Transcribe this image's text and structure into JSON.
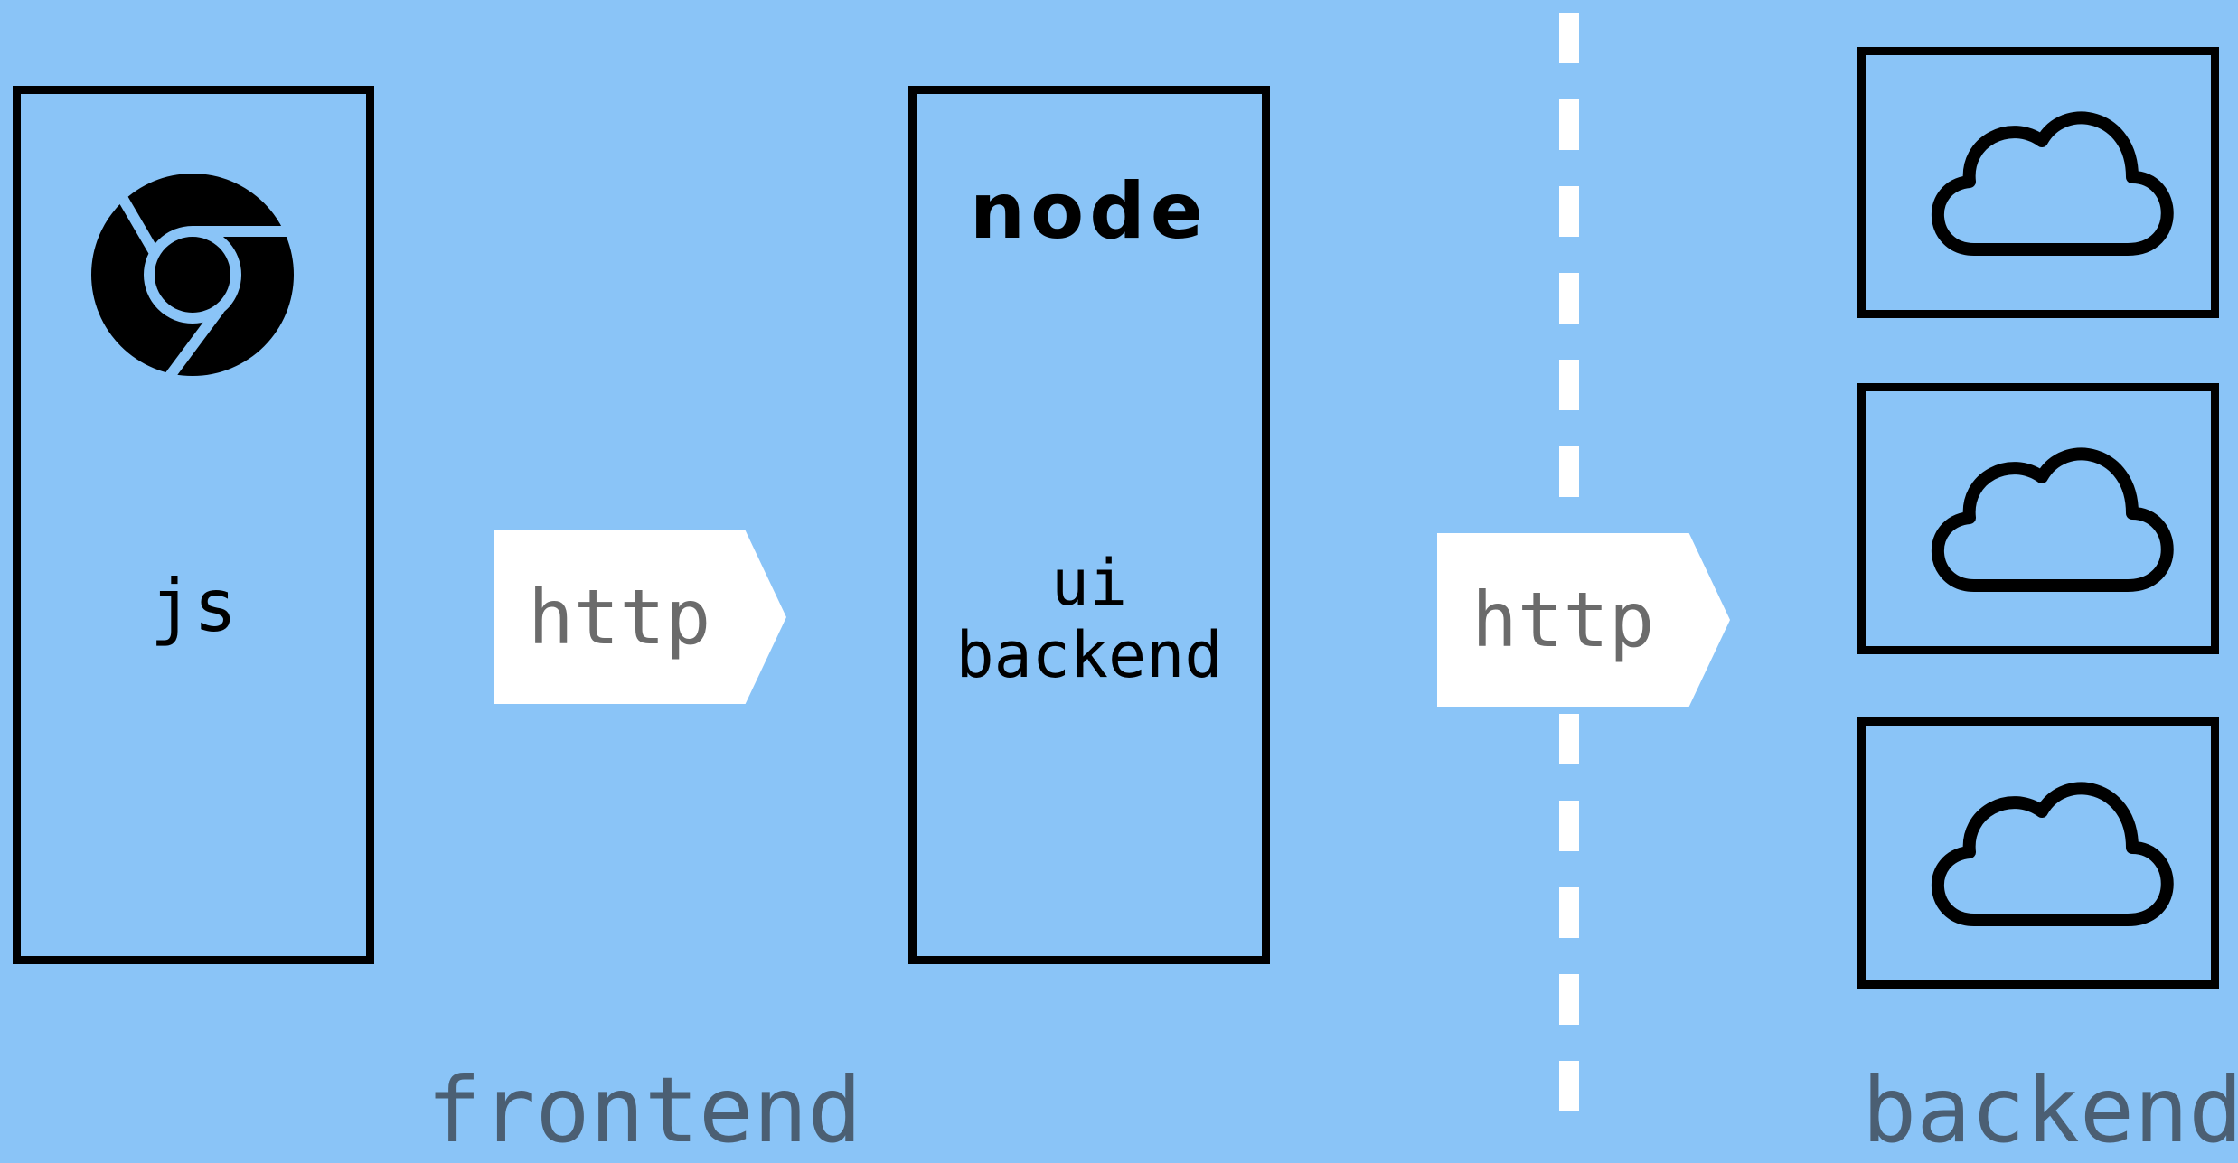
{
  "browser": {
    "label": "js"
  },
  "arrows": [
    {
      "label": "http"
    },
    {
      "label": "http"
    }
  ],
  "ui_backend": {
    "logo": "node",
    "label_line1": "ui",
    "label_line2": "backend"
  },
  "sections": {
    "left": "frontend",
    "right": "backend"
  },
  "icons": {
    "browser": "chrome-icon",
    "services": "cloud-icon"
  },
  "colors": {
    "background": "#8AC4F7",
    "stroke": "#000000",
    "arrow": "#FFFFFF"
  }
}
